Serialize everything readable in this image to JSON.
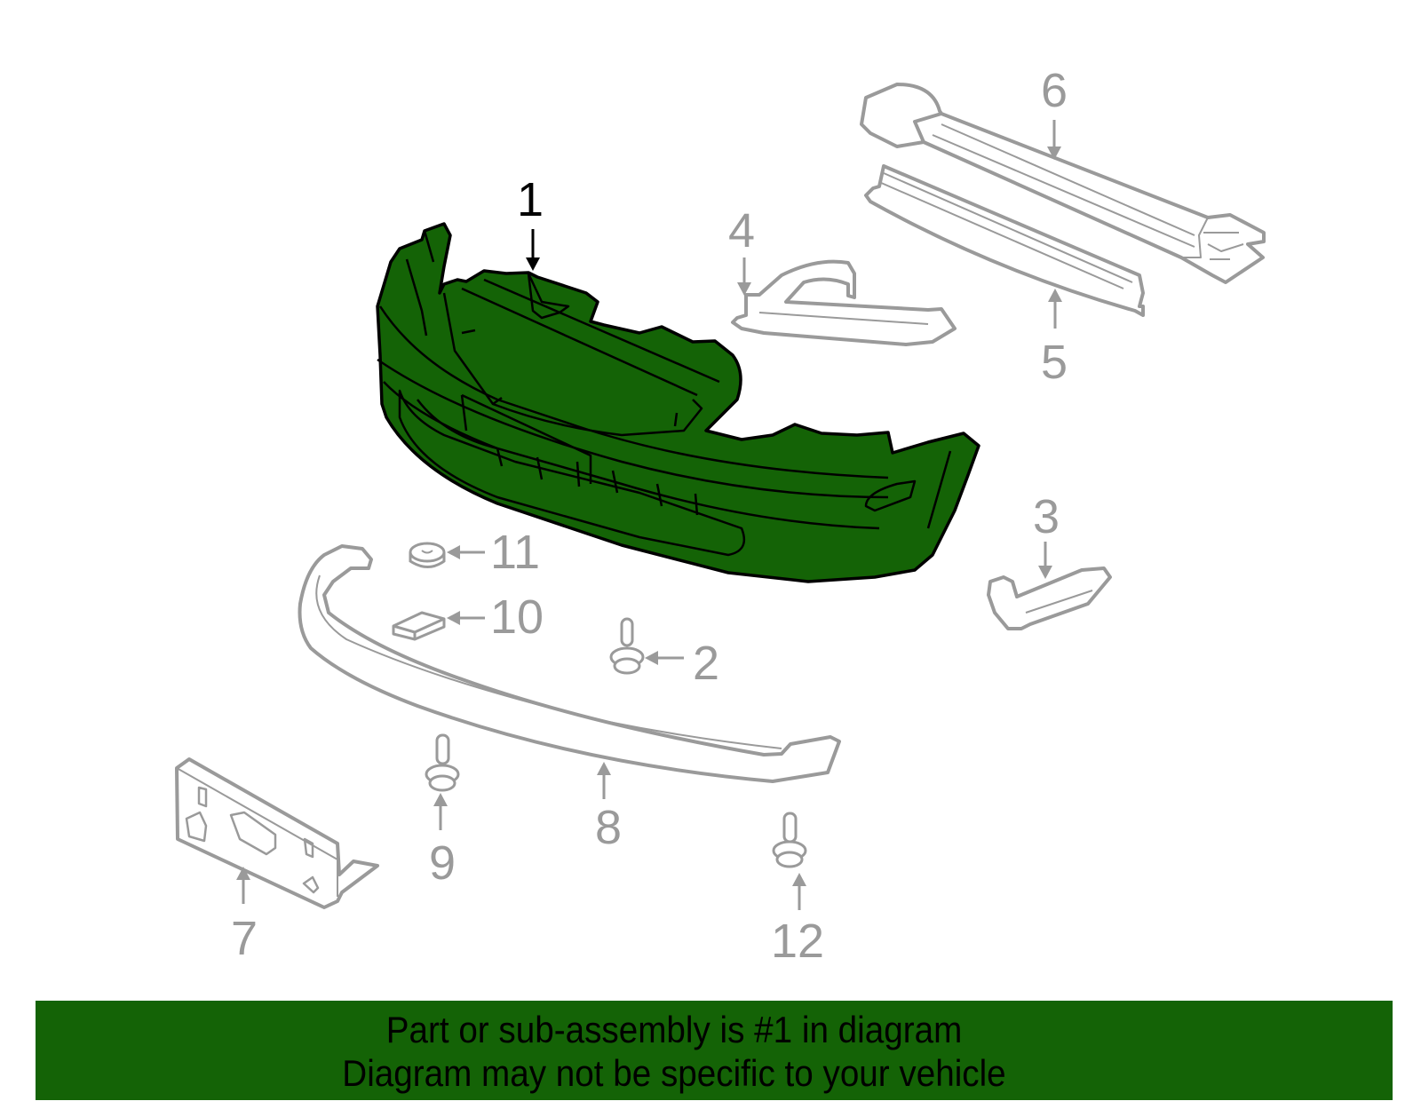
{
  "diagram": {
    "highlighted_part": "1",
    "colors": {
      "highlight_fill": "#146306",
      "highlight_stroke": "#000000",
      "part_stroke": "#9a9a9a",
      "banner_bg": "#146306"
    },
    "callouts": [
      {
        "number": "1",
        "part": "bumper-cover",
        "highlighted": true
      },
      {
        "number": "2",
        "part": "bolt"
      },
      {
        "number": "3",
        "part": "side-bracket"
      },
      {
        "number": "4",
        "part": "upper-bracket"
      },
      {
        "number": "5",
        "part": "energy-absorber"
      },
      {
        "number": "6",
        "part": "reinforcement-beam"
      },
      {
        "number": "7",
        "part": "license-plate-bracket"
      },
      {
        "number": "8",
        "part": "lower-valance"
      },
      {
        "number": "9",
        "part": "push-pin-clip"
      },
      {
        "number": "10",
        "part": "pad"
      },
      {
        "number": "11",
        "part": "nut"
      },
      {
        "number": "12",
        "part": "push-pin-clip"
      }
    ]
  },
  "banner": {
    "line1": "Part or sub-assembly is #1 in diagram",
    "line2": "Diagram may not be specific to your vehicle"
  }
}
